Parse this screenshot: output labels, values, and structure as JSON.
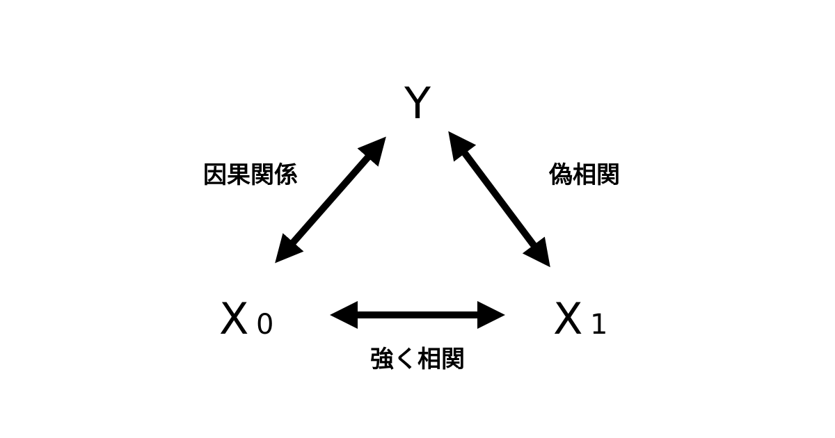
{
  "nodes": {
    "y": {
      "label": "Y"
    },
    "x0": {
      "label": "X",
      "subscript": "0"
    },
    "x1": {
      "label": "X",
      "subscript": "1"
    }
  },
  "edges": {
    "x0_y": {
      "label": "因果関係"
    },
    "x1_y": {
      "label": "偽相関"
    },
    "x0_x1": {
      "label": "強く相関"
    }
  },
  "colors": {
    "stroke": "#000000",
    "background": "#ffffff"
  }
}
